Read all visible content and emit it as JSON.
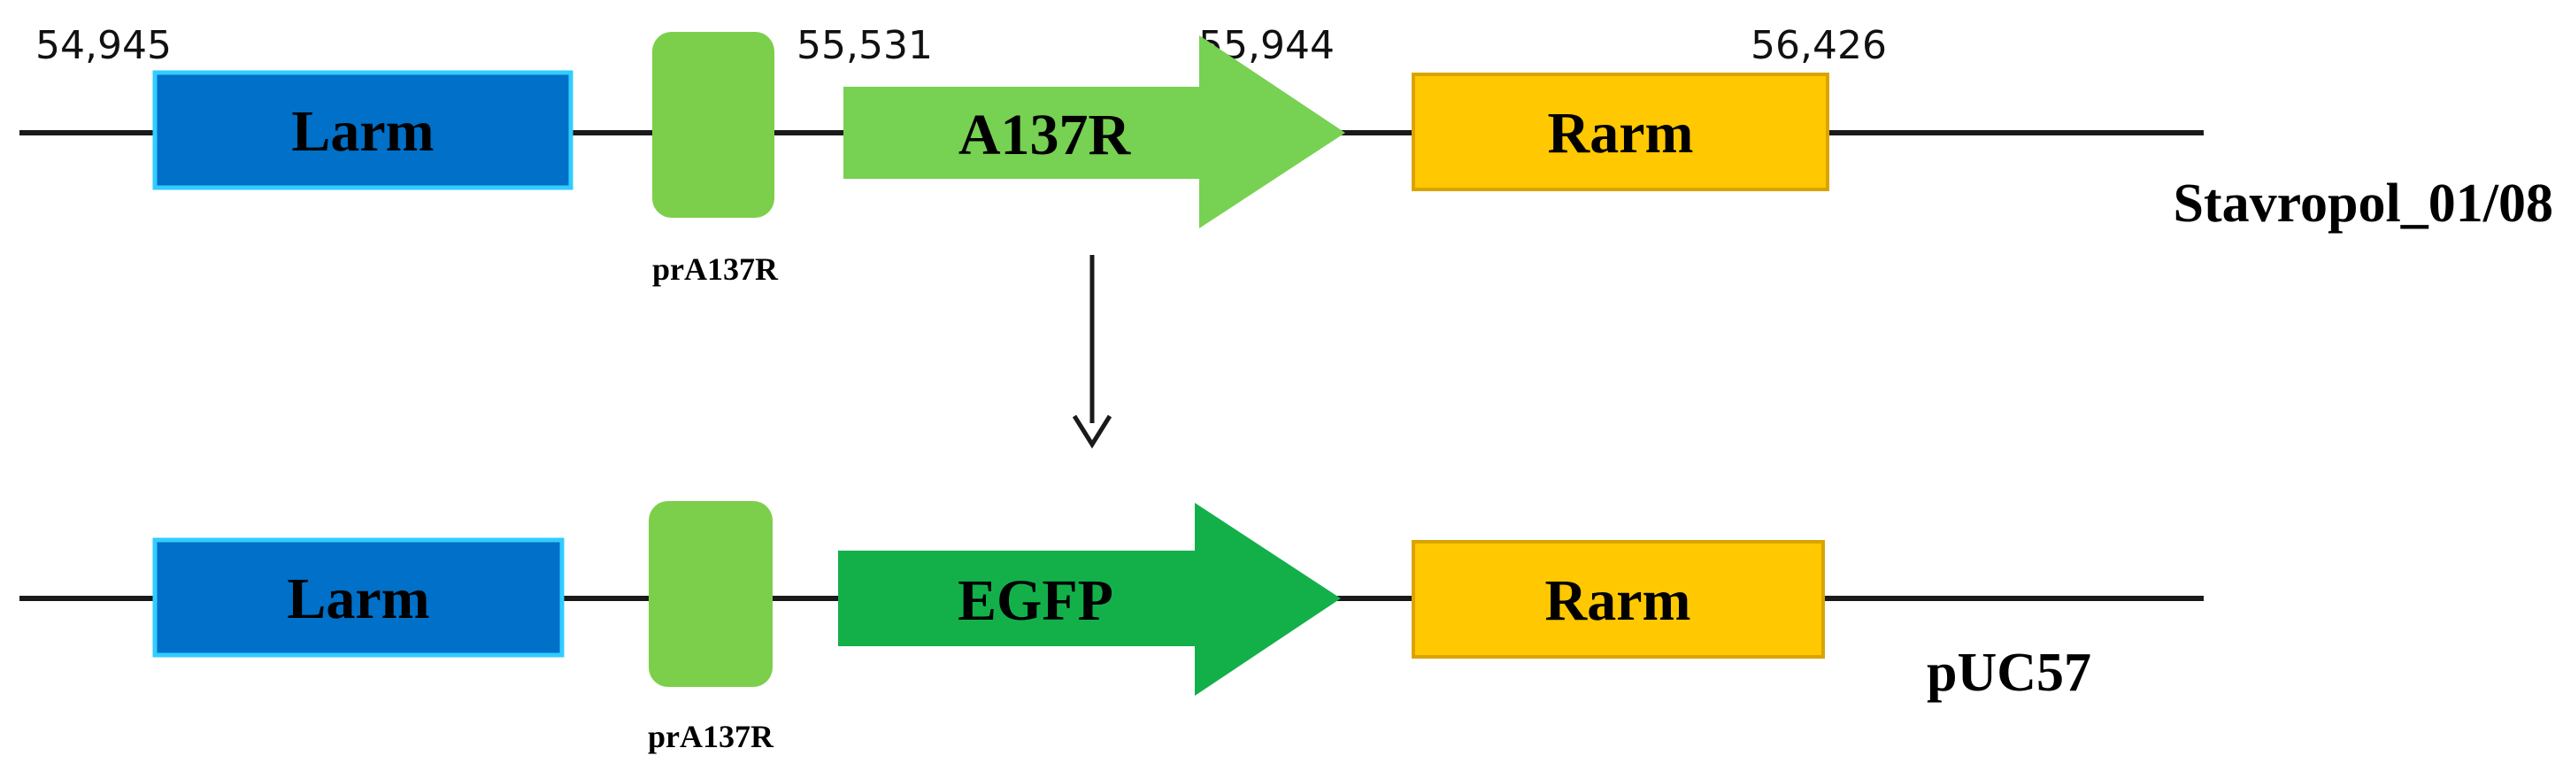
{
  "top_construct": {
    "name": "Stavropol_01/08",
    "coordinates": [
      "54,945",
      "55,531",
      "55,944",
      "56,426"
    ],
    "left_arm": "Larm",
    "promoter": "prA137R",
    "gene": "A137R",
    "right_arm": "Rarm"
  },
  "bottom_construct": {
    "name": "pUC57",
    "left_arm": "Larm",
    "promoter": "prA137R",
    "gene": "EGFP",
    "right_arm": "Rarm"
  },
  "colors": {
    "left_arm_fill": "#0070C8",
    "left_arm_border": "#33CCFF",
    "promoter_fill": "#7CCF4A",
    "a137r_fill": "#77D152",
    "egfp_fill": "#13B04A",
    "right_arm_fill": "#FFC800",
    "right_arm_border": "#D9A400",
    "line": "#1A1A1A"
  }
}
